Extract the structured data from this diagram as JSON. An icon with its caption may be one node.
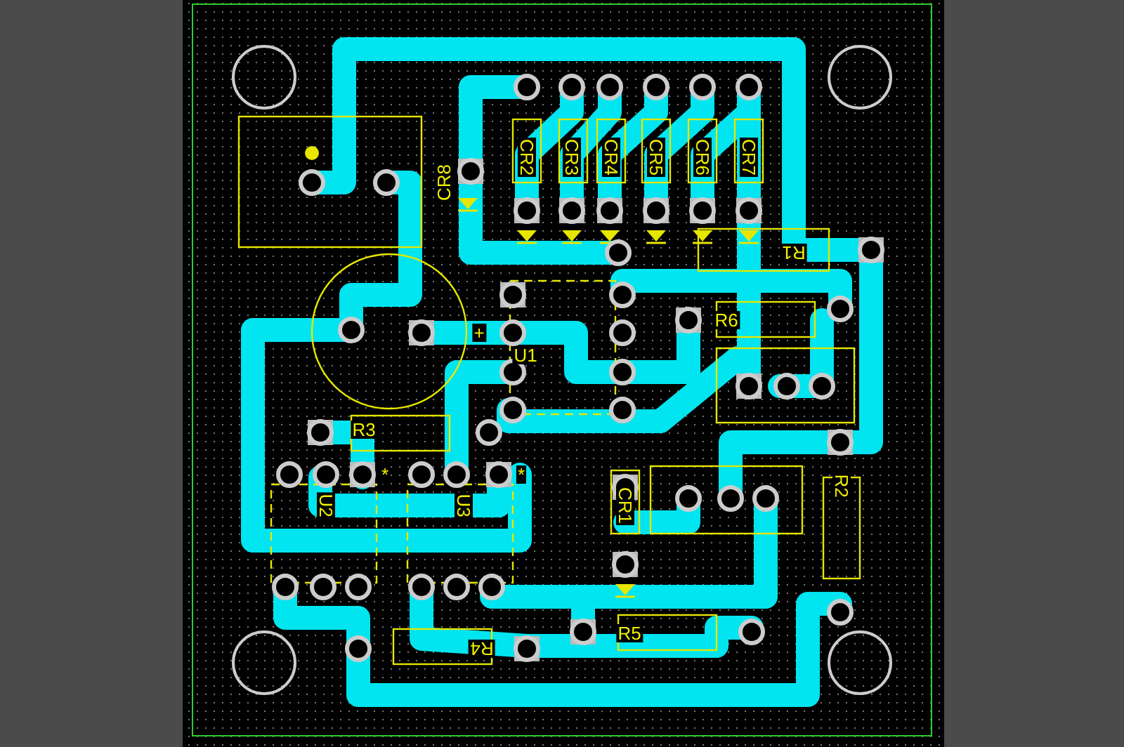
{
  "diagram": {
    "labels": [
      "CR8",
      "CR2",
      "CR3",
      "CR4",
      "CR5",
      "CR6",
      "CR7",
      "R1",
      "R6",
      "+",
      "U1",
      "R3",
      "*",
      "*",
      "U2",
      "U3",
      "CR1",
      "R2",
      "R5",
      "R4"
    ]
  }
}
